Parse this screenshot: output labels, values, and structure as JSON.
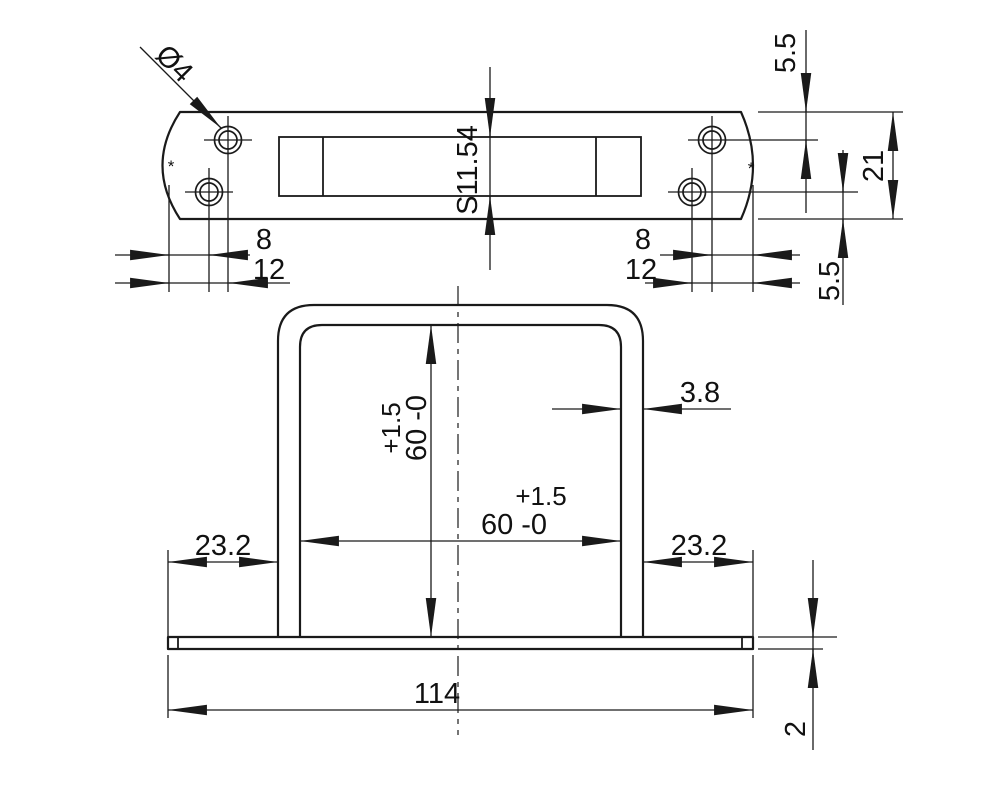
{
  "top_view": {
    "labels": {
      "hole_diameter": "Ø4",
      "slot_height": "S11.54",
      "top_edge_to_hole": "5.5",
      "plate_width": "21",
      "hole_to_bottom_edge": "5.5",
      "left_edge_to_lower_hole": "8",
      "left_edge_to_upper_hole": "12",
      "right_edge_to_upper_hole": "8",
      "right_edge_to_lower_hole": "12",
      "left_tangent_mark": "*",
      "right_tangent_mark": "*"
    }
  },
  "front_view": {
    "labels": {
      "inner_height_tolerance": "+1.5",
      "inner_height": "60 -0",
      "inner_width_tolerance": "+1.5",
      "inner_width": "60 -0",
      "wall_thickness": "3.8",
      "left_overhang": "23.2",
      "right_overhang": "23.2",
      "overall_length": "114",
      "base_thickness": "2"
    }
  },
  "colors": {
    "line": "#1a1a1a",
    "background": "#ffffff"
  }
}
